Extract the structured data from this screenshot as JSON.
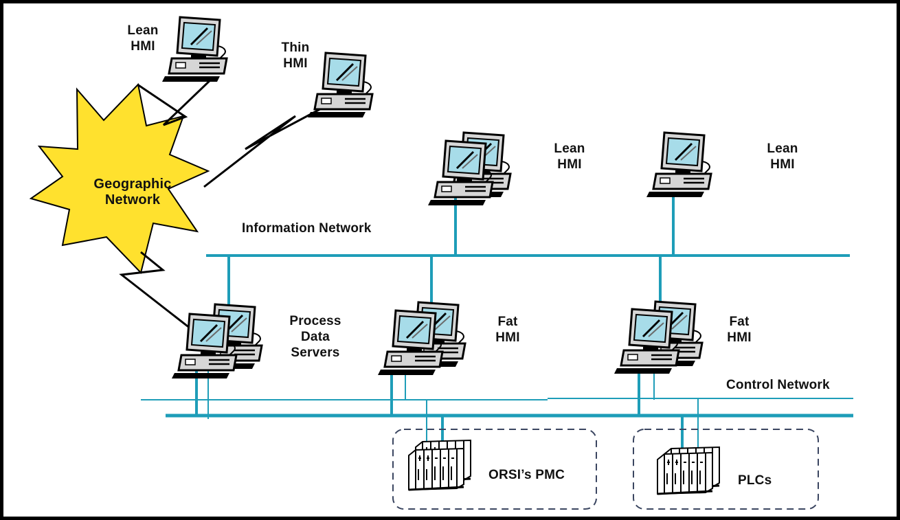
{
  "colors": {
    "network_line": "#1e9db8",
    "starburst_fill": "#ffe12e",
    "monitor_screen": "#a7dce9",
    "computer_body": "#d6d6d6",
    "outline": "#000000",
    "background": "#ffffff"
  },
  "nodes": {
    "geographic_network": {
      "line1": "Geographic",
      "line2": "Network"
    },
    "lean_hmi_top": {
      "line1": "Lean",
      "line2": "HMI"
    },
    "thin_hmi": {
      "line1": "Thin",
      "line2": "HMI"
    },
    "lean_hmi_mid": {
      "line1": "Lean",
      "line2": "HMI"
    },
    "lean_hmi_right": {
      "line1": "Lean",
      "line2": "HMI"
    },
    "process_data_servers": {
      "line1": "Process",
      "line2": "Data",
      "line3": "Servers"
    },
    "fat_hmi_mid": {
      "line1": "Fat",
      "line2": "HMI"
    },
    "fat_hmi_right": {
      "line1": "Fat",
      "line2": "HMI"
    },
    "orsi_pmc": {
      "label": "ORSI’s PMC"
    },
    "plcs": {
      "label": "PLCs"
    }
  },
  "networks": {
    "information": {
      "label": "Information Network"
    },
    "control": {
      "label": "Control Network"
    }
  },
  "icons": {
    "computer": "desktop-computer-icon",
    "server_stack": "server-stack-icon",
    "controller_rack": "controller-rack-icon",
    "cloud": "starburst-icon"
  }
}
